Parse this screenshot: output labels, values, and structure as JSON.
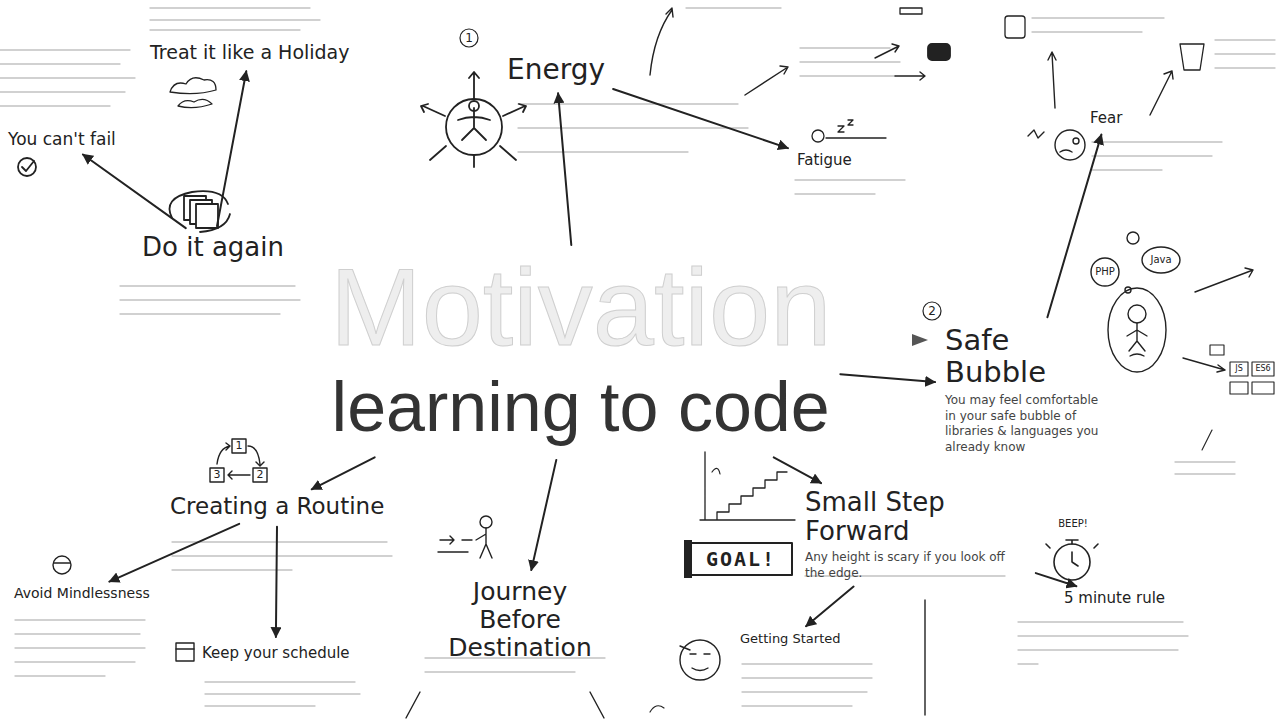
{
  "diagram": {
    "nodes": [
      {
        "text": [
          "Treat it like a Holiday"
        ]
      },
      {
        "text": [
          "You can't fail"
        ]
      },
      {
        "text": [
          "Do it again"
        ]
      },
      {
        "text": [
          "Energy"
        ]
      },
      {
        "text": [
          "Fatigue"
        ]
      },
      {
        "text": [
          "Fear"
        ]
      },
      {
        "text": [
          "Motivation",
          "learning to code"
        ]
      },
      {
        "text": [
          "Safe Bubble",
          "You may feel comfortable in your safe bubble of libraries & languages you already know"
        ]
      },
      {
        "text": [
          "Creating a Routine"
        ]
      },
      {
        "text": [
          "Small Step Forward",
          "Any height is scary if you look off the edge."
        ]
      },
      {
        "text": [
          "Avoid Mindlessness"
        ]
      },
      {
        "text": [
          "Keep your schedule"
        ]
      },
      {
        "text": [
          "Journey Before Destination"
        ]
      },
      {
        "text": [
          "Getting Started"
        ]
      },
      {
        "text": [
          "5 minute rule"
        ]
      }
    ],
    "edges": [
      {
        "from": 2,
        "to": 0,
        "arrow": "to"
      },
      {
        "from": 2,
        "to": 1,
        "arrow": "to"
      },
      {
        "from": 6,
        "to": 3,
        "arrow": "to"
      },
      {
        "from": 3,
        "to": 4,
        "arrow": "to"
      },
      {
        "from": 7,
        "to": 5,
        "arrow": "to"
      },
      {
        "from": 6,
        "to": 7,
        "arrow": "to"
      },
      {
        "from": 6,
        "to": 8,
        "arrow": "to"
      },
      {
        "from": 6,
        "to": 12,
        "arrow": "to"
      },
      {
        "from": 6,
        "to": 9,
        "arrow": "to"
      },
      {
        "from": 8,
        "to": 10,
        "arrow": "to"
      },
      {
        "from": 8,
        "to": 11,
        "arrow": "to"
      },
      {
        "from": 9,
        "to": 13,
        "arrow": "to"
      },
      {
        "from": 9,
        "to": 14,
        "arrow": "to"
      }
    ],
    "labels": [
      "1",
      "2",
      "PHP",
      "Java",
      "1",
      "2",
      "3",
      "GOAL!",
      "BEEP!",
      "JS",
      "ES6"
    ]
  }
}
